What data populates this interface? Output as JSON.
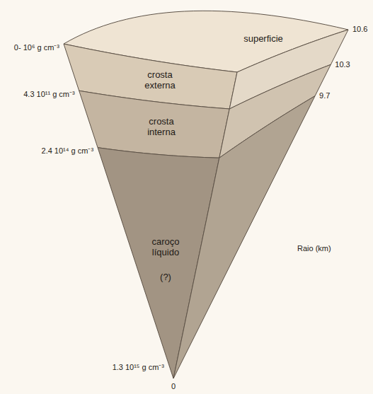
{
  "diagram": {
    "nodes": [
      {
        "text": [
          "superficie"
        ]
      },
      {
        "text": [
          "crosta externa"
        ]
      },
      {
        "text": [
          "crosta interna"
        ]
      },
      {
        "text": [
          "caroço líquido",
          "(?)"
        ]
      }
    ],
    "labels": [
      "0- 10⁶ g cm⁻³",
      "4.3 10¹¹ g cm⁻³",
      "2.4 10¹⁴ g cm⁻³",
      "1.3 10¹⁵ g cm⁻³",
      "10.6",
      "10.3",
      "9.7",
      "Raio (km)",
      "0"
    ]
  }
}
